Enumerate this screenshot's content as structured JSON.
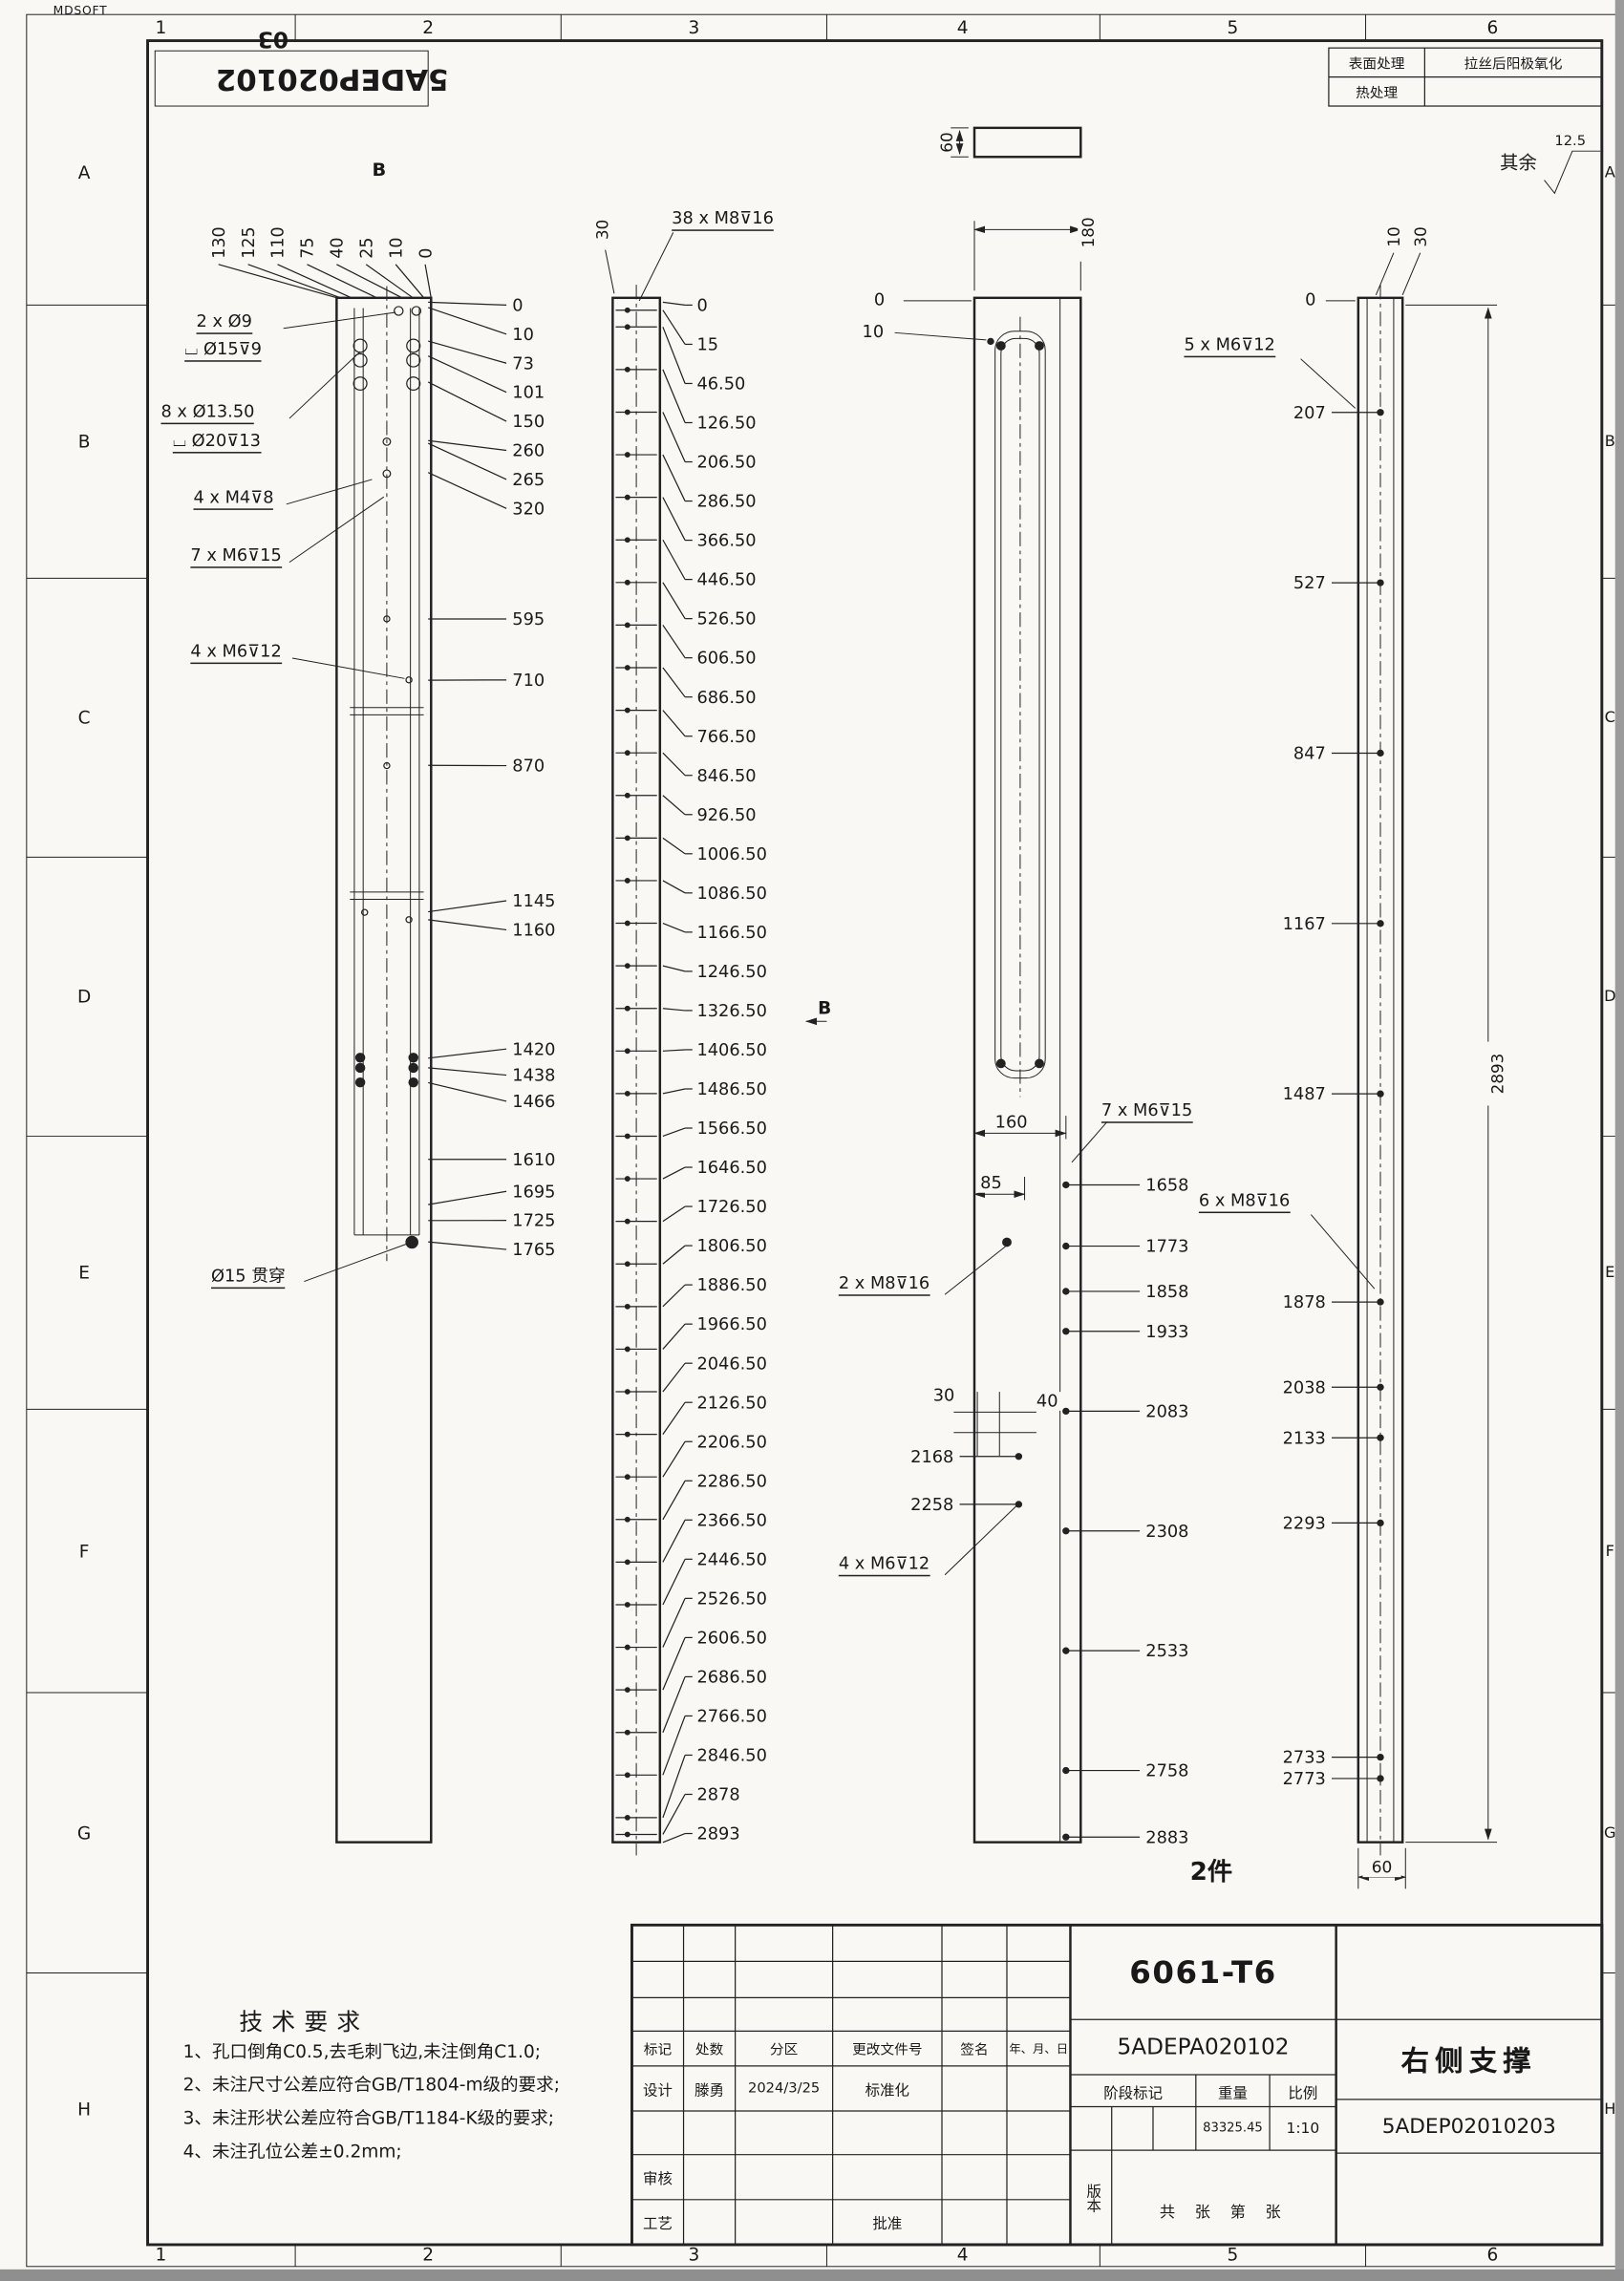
{
  "sheet": {
    "logo": "MDSOFT",
    "stamp_number_flipped": "5ADEP020102",
    "stamp_rev_flipped": "03",
    "grid_cols": [
      "1",
      "2",
      "3",
      "4",
      "5",
      "6"
    ],
    "grid_rows": [
      "A",
      "B",
      "C",
      "D",
      "E",
      "F",
      "G",
      "H"
    ]
  },
  "finish_table": {
    "rows": [
      {
        "label": "表面处理",
        "value": "拉丝后阳极氧化"
      },
      {
        "label": "热处理",
        "value": ""
      }
    ]
  },
  "roughness": {
    "label": "其余",
    "value": "12.5"
  },
  "section_top": {
    "dim": "60"
  },
  "view1": {
    "section_label": "B",
    "top_dims": [
      "130",
      "125",
      "110",
      "75",
      "40",
      "25",
      "10",
      "0"
    ],
    "right_dims": [
      "0",
      "10",
      "73",
      "101",
      "150",
      "260",
      "265",
      "320",
      "595",
      "710",
      "870",
      "1145",
      "1160",
      "1420",
      "1438",
      "1466",
      "1610",
      "1695",
      "1725",
      "1765"
    ],
    "callouts": [
      {
        "line1": "2 x Ø9",
        "line2": "⌴ Ø15⊽9"
      },
      {
        "line1": "8 x Ø13.50",
        "line2": "⌴ Ø20⊽13"
      },
      {
        "line1": "4 x M4⊽8"
      },
      {
        "line1": "7 x M6⊽15"
      },
      {
        "line1": "4 x M6⊽12"
      },
      {
        "line1": "Ø15 贯穿"
      }
    ]
  },
  "view2": {
    "top_dim": "30",
    "callout": "38 x M8⊽16",
    "section_marker": "B",
    "right_dims": [
      "0",
      "15",
      "46.50",
      "126.50",
      "206.50",
      "286.50",
      "366.50",
      "446.50",
      "526.50",
      "606.50",
      "686.50",
      "766.50",
      "846.50",
      "926.50",
      "1006.50",
      "1086.50",
      "1166.50",
      "1246.50",
      "1326.50",
      "1406.50",
      "1486.50",
      "1566.50",
      "1646.50",
      "1726.50",
      "1806.50",
      "1886.50",
      "1966.50",
      "2046.50",
      "2126.50",
      "2206.50",
      "2286.50",
      "2366.50",
      "2446.50",
      "2526.50",
      "2606.50",
      "2686.50",
      "2766.50",
      "2846.50",
      "2878",
      "2893"
    ]
  },
  "view3": {
    "top_left_dims": [
      "0",
      "10"
    ],
    "top_right_dim": "180",
    "inner_dims": [
      "160",
      "85",
      "30",
      "40"
    ],
    "right_dims": [
      "1658",
      "1773",
      "1858",
      "1933",
      "2083",
      "2308",
      "2533",
      "2758",
      "2883"
    ],
    "left_dims": [
      "2168",
      "2258"
    ],
    "callouts": [
      "7 x M6⊽15",
      "2 x M8⊽16",
      "4 x M6⊽12"
    ],
    "qty_note": "2件"
  },
  "view4": {
    "top_zero": "0",
    "top_dims": [
      "10",
      "30"
    ],
    "callout_top": "5 x M6⊽12",
    "callout_mid": "6 x M8⊽16",
    "left_dims": [
      "207",
      "527",
      "847",
      "1167",
      "1487",
      "1878",
      "2038",
      "2133",
      "2293",
      "2733",
      "2773"
    ],
    "overall_dim": "2893",
    "bottom_dim": "60"
  },
  "tech_req": {
    "title": "技术要求",
    "items": [
      "1、孔口倒角C0.5,去毛刺飞边,未注倒角C1.0;",
      "2、未注尺寸公差应符合GB/T1804-m级的要求;",
      "3、未注形状公差应符合GB/T1184-K级的要求;",
      "4、未注孔位公差±0.2mm;"
    ]
  },
  "title_block": {
    "rev_headers": [
      "标记",
      "处数",
      "分区",
      "更改文件号",
      "签名",
      "年、月、日"
    ],
    "design_label": "设计",
    "designer": "滕勇",
    "design_date": "2024/3/25",
    "standard_label": "标准化",
    "audit_label": "审核",
    "process_label": "工艺",
    "approve_label": "批准",
    "material": "6061-T6",
    "drawing_no": "5ADEPA020102",
    "stage_label": "阶段标记",
    "weight_label": "重量",
    "scale_label": "比例",
    "weight_value": "83325.45",
    "scale_value": "1:10",
    "version_label": "版本",
    "sheet_note": "共 张 第 张",
    "part_name": "右侧支撑",
    "part_no": "5ADEP02010203"
  }
}
